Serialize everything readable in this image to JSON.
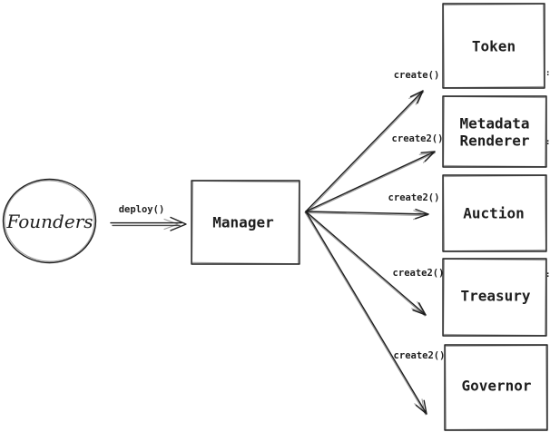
{
  "diagram": {
    "type": "flow-diagram",
    "style": "hand-drawn-sketch",
    "colors": {
      "stroke": "#1e1e1e",
      "background": "#ffffff"
    },
    "nodes": {
      "founders": {
        "label": "Founders",
        "shape": "ellipse"
      },
      "manager": {
        "label": "Manager",
        "shape": "rectangle"
      },
      "token": {
        "label": "Token",
        "shape": "rectangle"
      },
      "metadata_renderer": {
        "label_line1": "Metadata",
        "label_line2": "Renderer",
        "shape": "rectangle"
      },
      "auction": {
        "label": "Auction",
        "shape": "rectangle"
      },
      "treasury": {
        "label": "Treasury",
        "shape": "rectangle"
      },
      "governor": {
        "label": "Governor",
        "shape": "rectangle"
      }
    },
    "edges": {
      "deploy": {
        "label": "deploy()",
        "from": "Founders",
        "to": "Manager"
      },
      "create_token": {
        "label": "create()",
        "from": "Manager",
        "to": "Token"
      },
      "create2_metadata_renderer": {
        "label": "create2()",
        "from": "Manager",
        "to": "Metadata Renderer"
      },
      "create2_auction": {
        "label": "create2()",
        "from": "Manager",
        "to": "Auction"
      },
      "create2_treasury": {
        "label": "create2()",
        "from": "Manager",
        "to": "Treasury"
      },
      "create2_governor": {
        "label": "create2()",
        "from": "Manager",
        "to": "Governor"
      }
    },
    "clipped_edge_text": {
      "top": ":",
      "middle": ":",
      "bottom": ":"
    }
  }
}
